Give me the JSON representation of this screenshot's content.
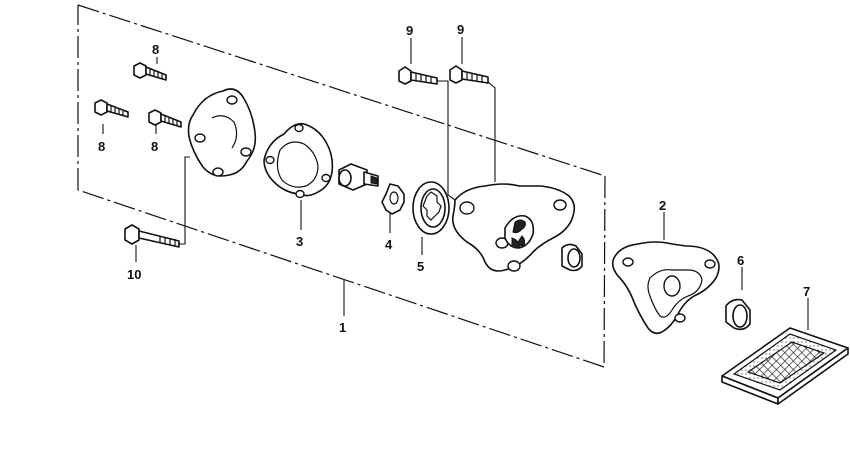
{
  "callouts": {
    "c1": "1",
    "c2": "2",
    "c3": "3",
    "c4": "4",
    "c5": "5",
    "c6": "6",
    "c7": "7",
    "c8a": "8",
    "c8b": "8",
    "c8c": "8",
    "c9a": "9",
    "c9b": "9",
    "c10": "10"
  }
}
